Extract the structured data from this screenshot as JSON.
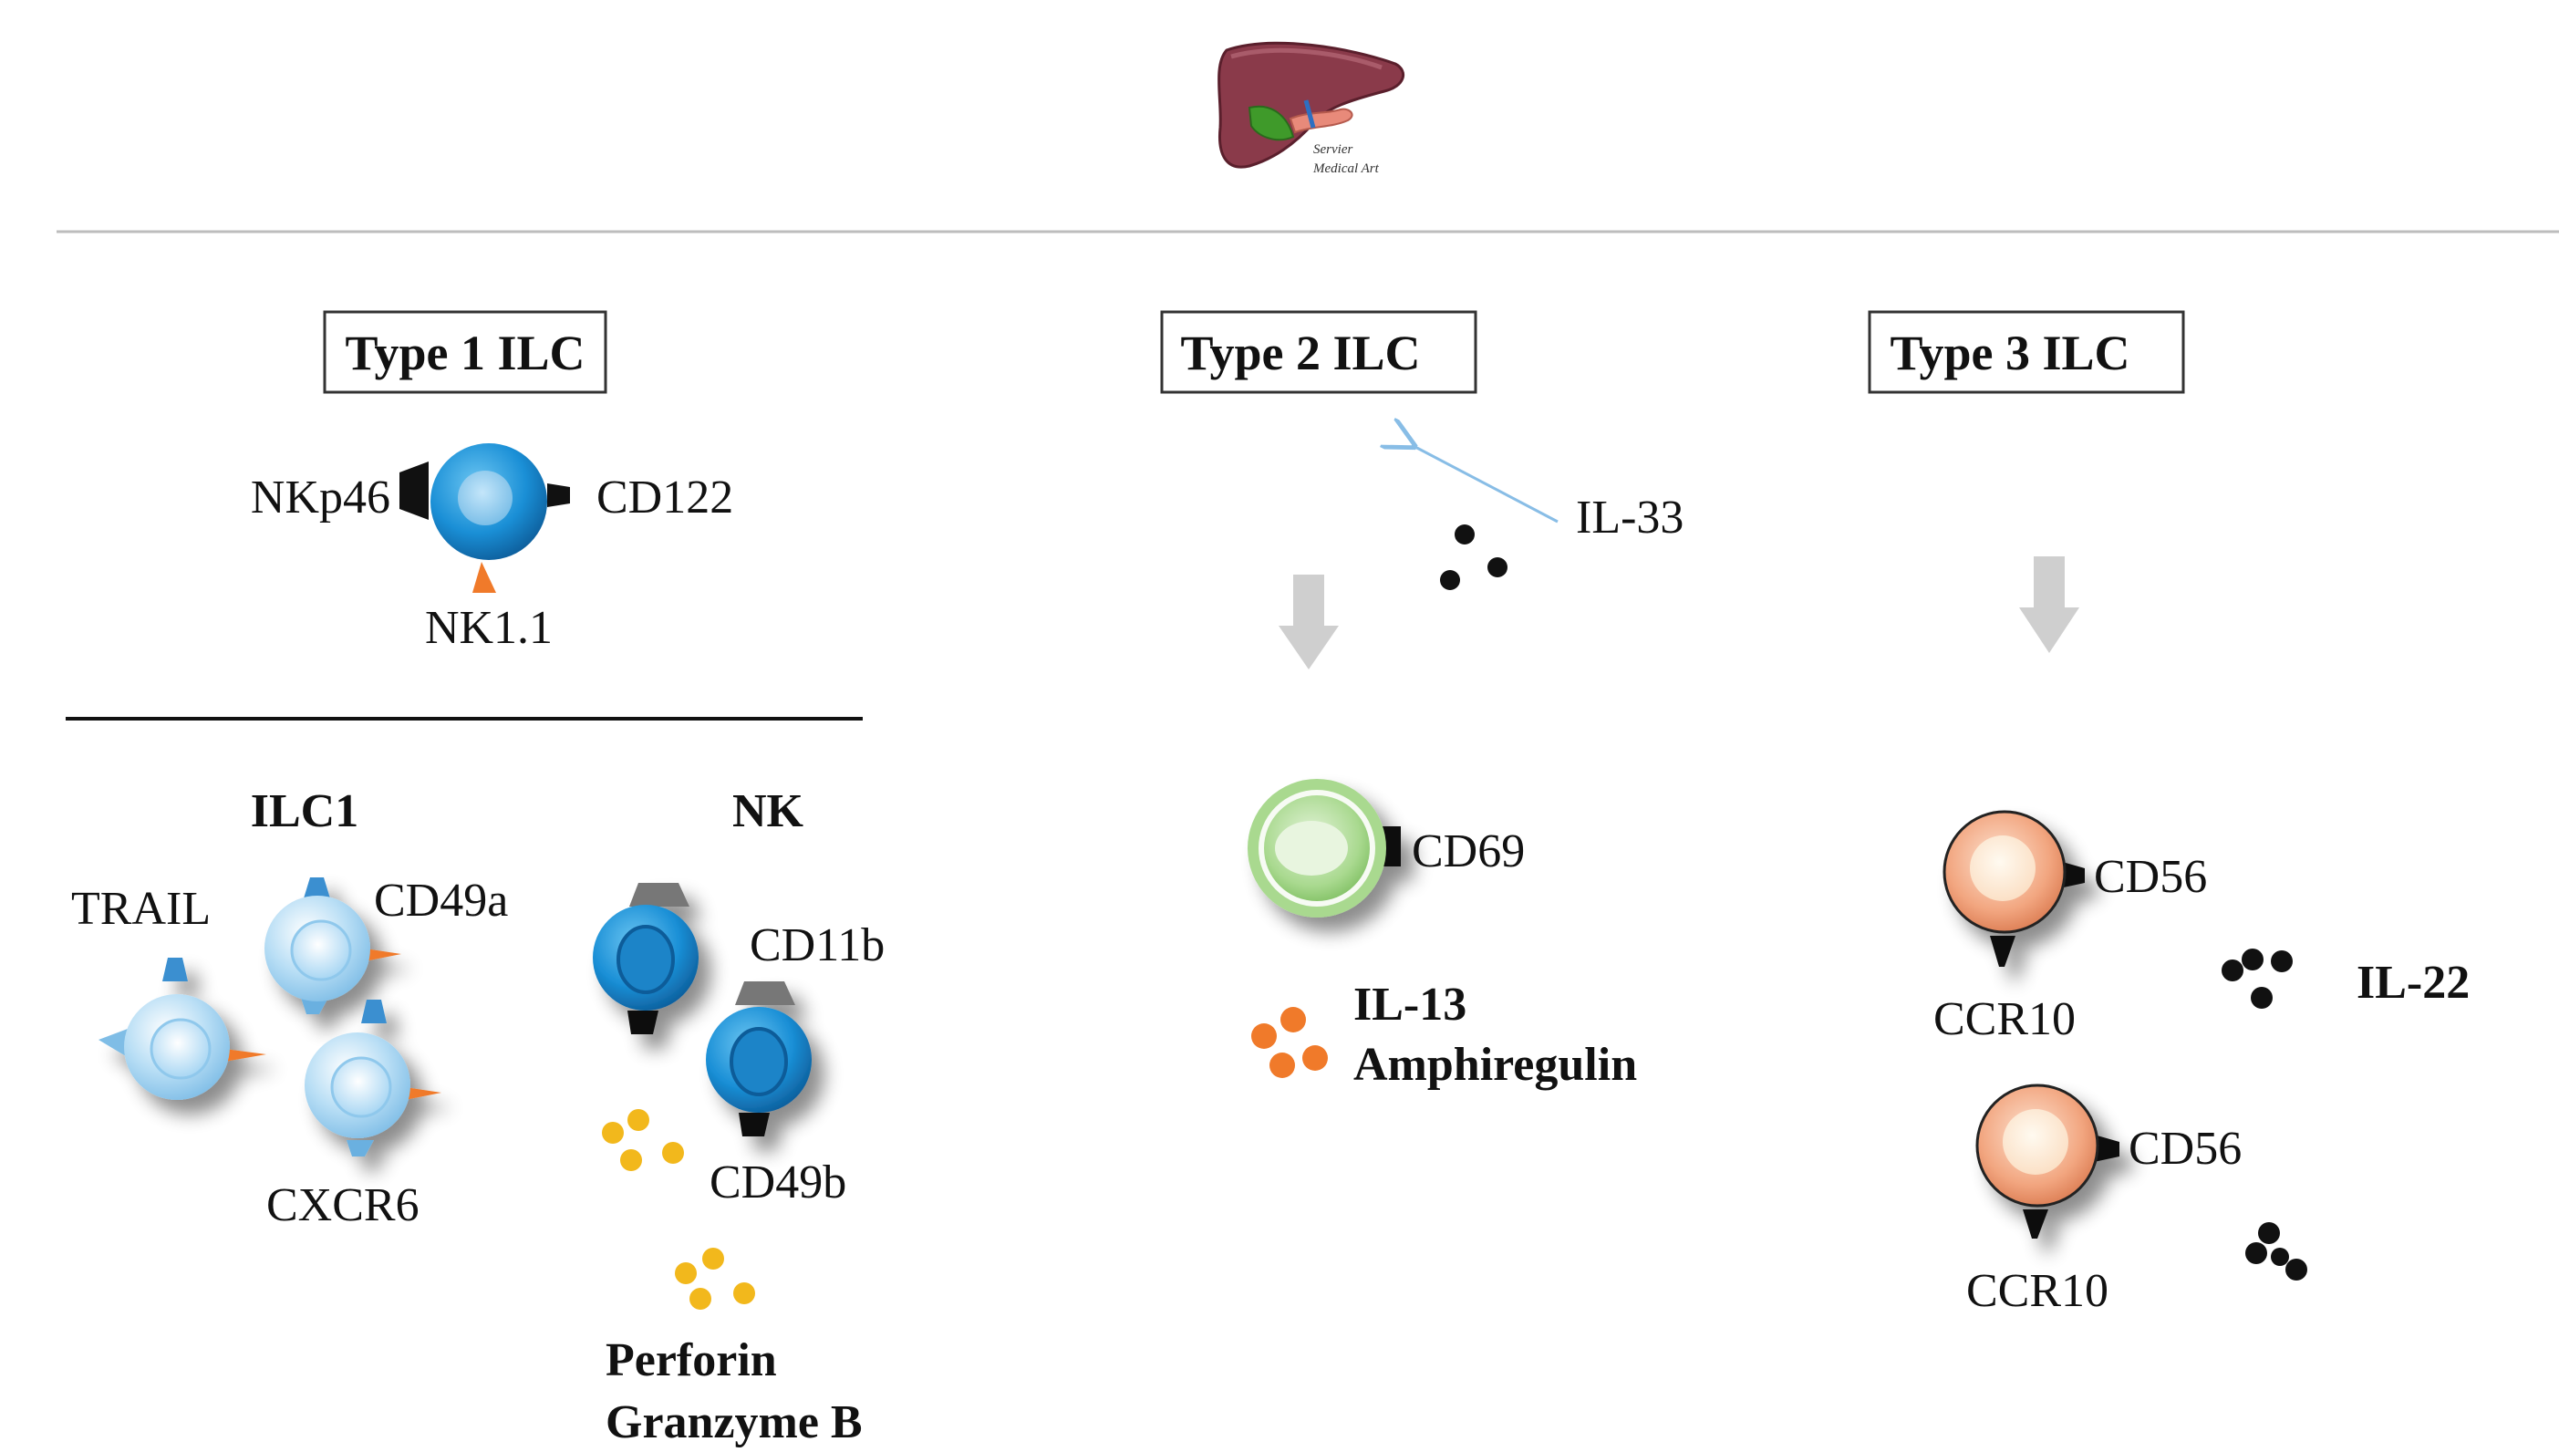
{
  "logo": {
    "credit_line1": "Servier",
    "credit_line2": "Medical Art"
  },
  "type1": {
    "title": "Type 1 ILC",
    "markers": {
      "left": "NKp46",
      "right": "CD122",
      "bottom": "NK1.1"
    },
    "ilc1": {
      "heading": "ILC1",
      "trail": "TRAIL",
      "cd49a": "CD49a",
      "cxcr6": "CXCR6"
    },
    "nk": {
      "heading": "NK",
      "cd11b": "CD11b",
      "cd49b": "CD49b",
      "secreted_line1": "Perforin",
      "secreted_line2": "Granzyme B"
    }
  },
  "type2": {
    "title": "Type 2 ILC",
    "signal": "IL-33",
    "marker": "CD69",
    "secreted_line1": "IL-13",
    "secreted_line2": "Amphiregulin"
  },
  "type3": {
    "title": "Type 3 ILC",
    "marker_top": "CD56",
    "chemokine_top": "CCR10",
    "marker_bottom": "CD56",
    "chemokine_bottom": "CCR10",
    "secreted": "IL-22"
  },
  "colors": {
    "blue_cell": "#1a8fd6",
    "light_blue_cell": "#9dd0f0",
    "green_cell": "#a9d98f",
    "peach_cell": "#f2a680",
    "orange_dot": "#f07a2a",
    "yellow_dot": "#f2b81c",
    "marker_orange": "#f07a2a",
    "arrow_grey": "#c8c8c8",
    "il33_arrow": "#88bde6"
  }
}
